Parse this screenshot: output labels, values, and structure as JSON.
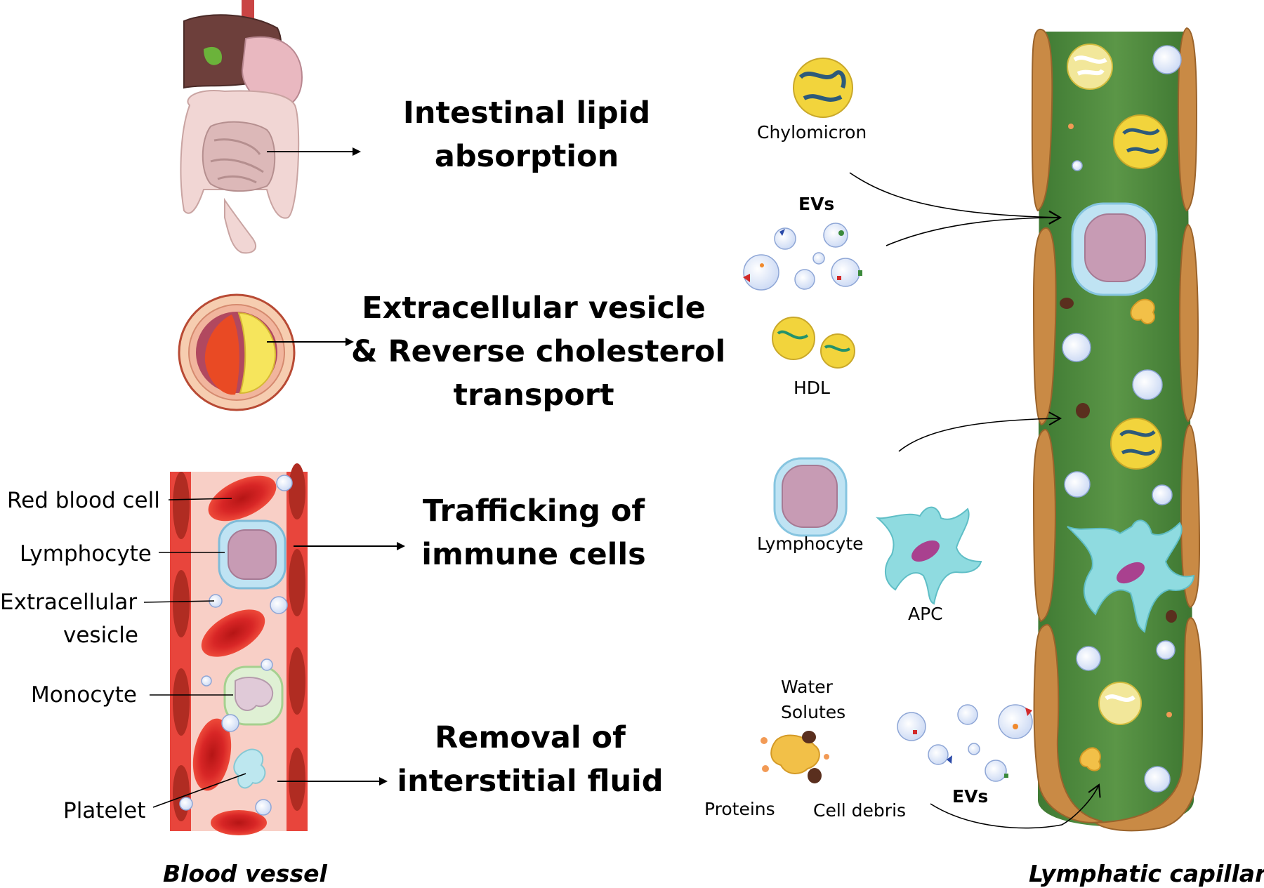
{
  "functions": {
    "lipid_line1": "Intestinal lipid",
    "lipid_line2": "absorption",
    "ev_line1": "Extracellular vesicle",
    "ev_line2": "& Reverse cholesterol",
    "ev_line3": "transport",
    "immune_line1": "Trafficking of",
    "immune_line2": "immune cells",
    "fluid_line1": "Removal of",
    "fluid_line2": "interstitial fluid"
  },
  "blood_vessel": {
    "caption": "Blood vessel",
    "labels": {
      "red_blood_cell": "Red blood cell",
      "lymphocyte": "Lymphocyte",
      "ev_line1": "Extracellular",
      "ev_line2": "vesicle",
      "monocyte": "Monocyte",
      "platelet": "Platelet"
    }
  },
  "lymphatic": {
    "caption": "Lymphatic capillary",
    "labels": {
      "chylomicron": "Chylomicron",
      "evs_top": "EVs",
      "hdl": "HDL",
      "lymphocyte": "Lymphocyte",
      "apc": "APC",
      "water": "Water",
      "solutes": "Solutes",
      "proteins": "Proteins",
      "cell_debris": "Cell debris",
      "evs_bottom": "EVs"
    }
  },
  "colors": {
    "lymph_green": "#4f8a3e",
    "lymph_wall": "#c98a45",
    "vessel_red": "#e8453c",
    "vessel_lumen": "#f8cfc6",
    "chylomicron_yellow": "#f2d43c",
    "lymphocyte_blue": "#bfe3f3",
    "lymphocyte_nucleus": "#c79bb4",
    "apc_cyan": "#8fdbe0"
  }
}
